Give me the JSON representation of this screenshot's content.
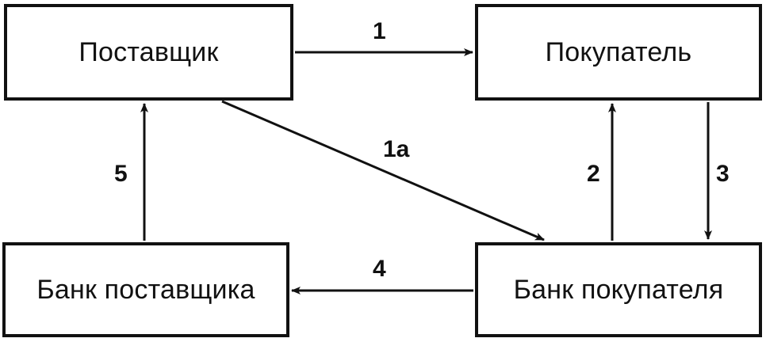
{
  "nodes": {
    "supplier": "Поставщик",
    "buyer": "Покупатель",
    "supplier_bank": "Банк поставщика",
    "buyer_bank": "Банк покупателя"
  },
  "steps": {
    "s1": "1",
    "s1a": "1а",
    "s2": "2",
    "s3": "3",
    "s4": "4",
    "s5": "5"
  },
  "colors": {
    "stroke": "#111111",
    "background": "#ffffff"
  }
}
